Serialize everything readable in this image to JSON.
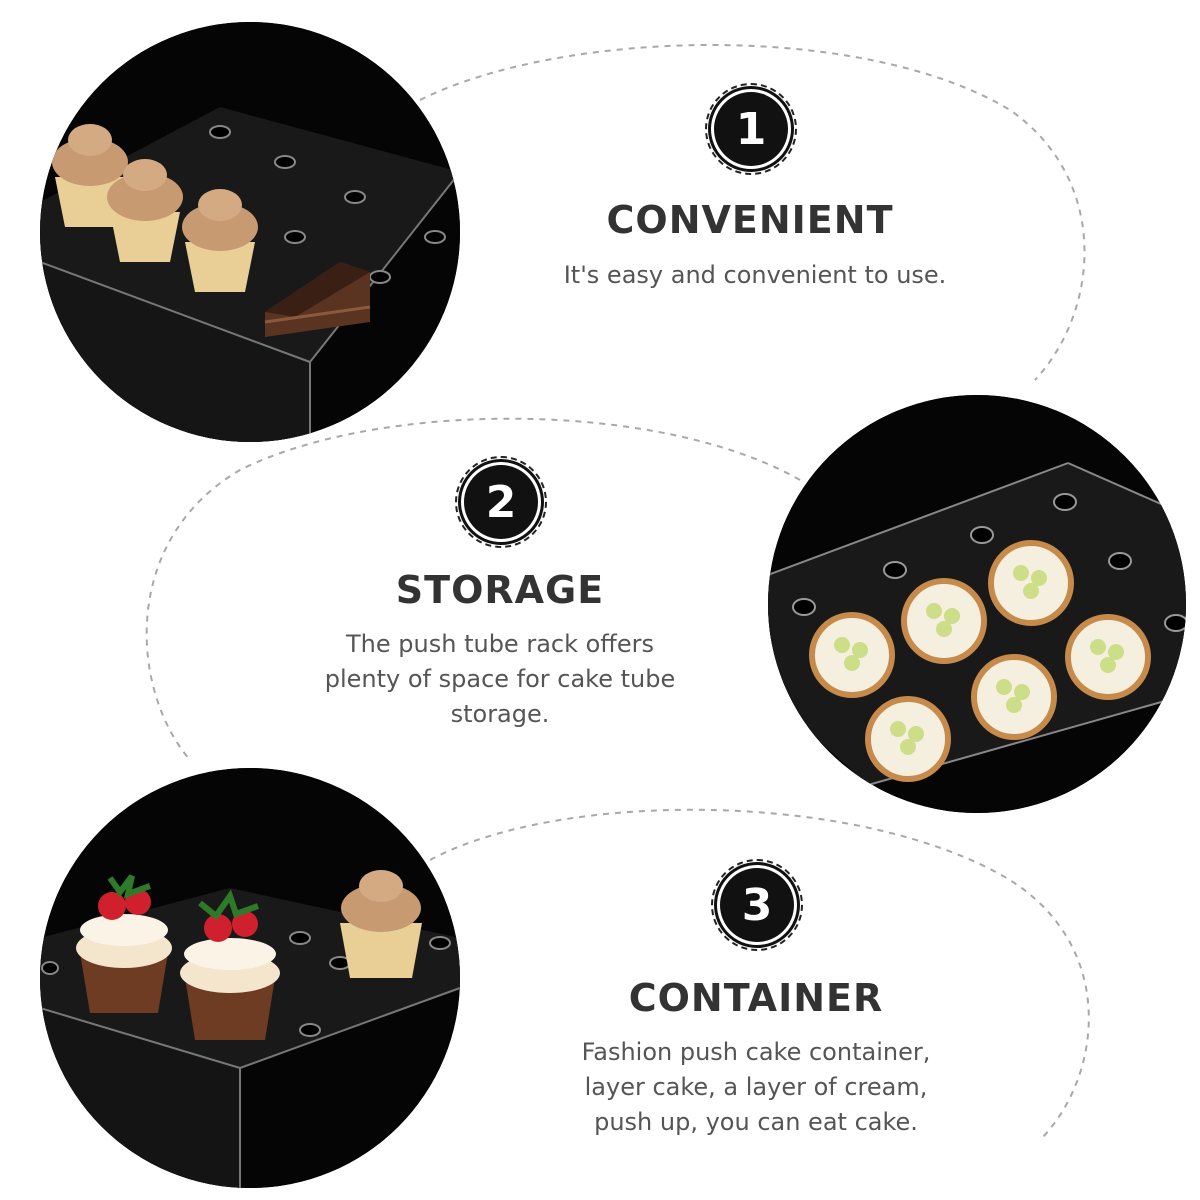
{
  "features": [
    {
      "number": "1",
      "title": "CONVENIENT",
      "description_lines": [
        "It's easy and convenient to use."
      ],
      "photo_icon": "cupcakes-on-acrylic-rack-image"
    },
    {
      "number": "2",
      "title": "STORAGE",
      "description_lines": [
        "The push tube rack offers",
        "plenty of space for cake tube",
        "storage."
      ],
      "photo_icon": "lime-tarts-on-acrylic-rack-image"
    },
    {
      "number": "3",
      "title": "CONTAINER",
      "description_lines": [
        "Fashion push cake container,",
        "layer cake, a layer of cream,",
        "push up, you can eat cake."
      ],
      "photo_icon": "strawberry-cupcakes-on-acrylic-rack-image"
    }
  ],
  "colors": {
    "background": "#ffffff",
    "photo_background": "#050505",
    "badge": "#111111",
    "heading": "#333333",
    "body_text": "#555555",
    "dashed_line": "#a8a8a8"
  }
}
